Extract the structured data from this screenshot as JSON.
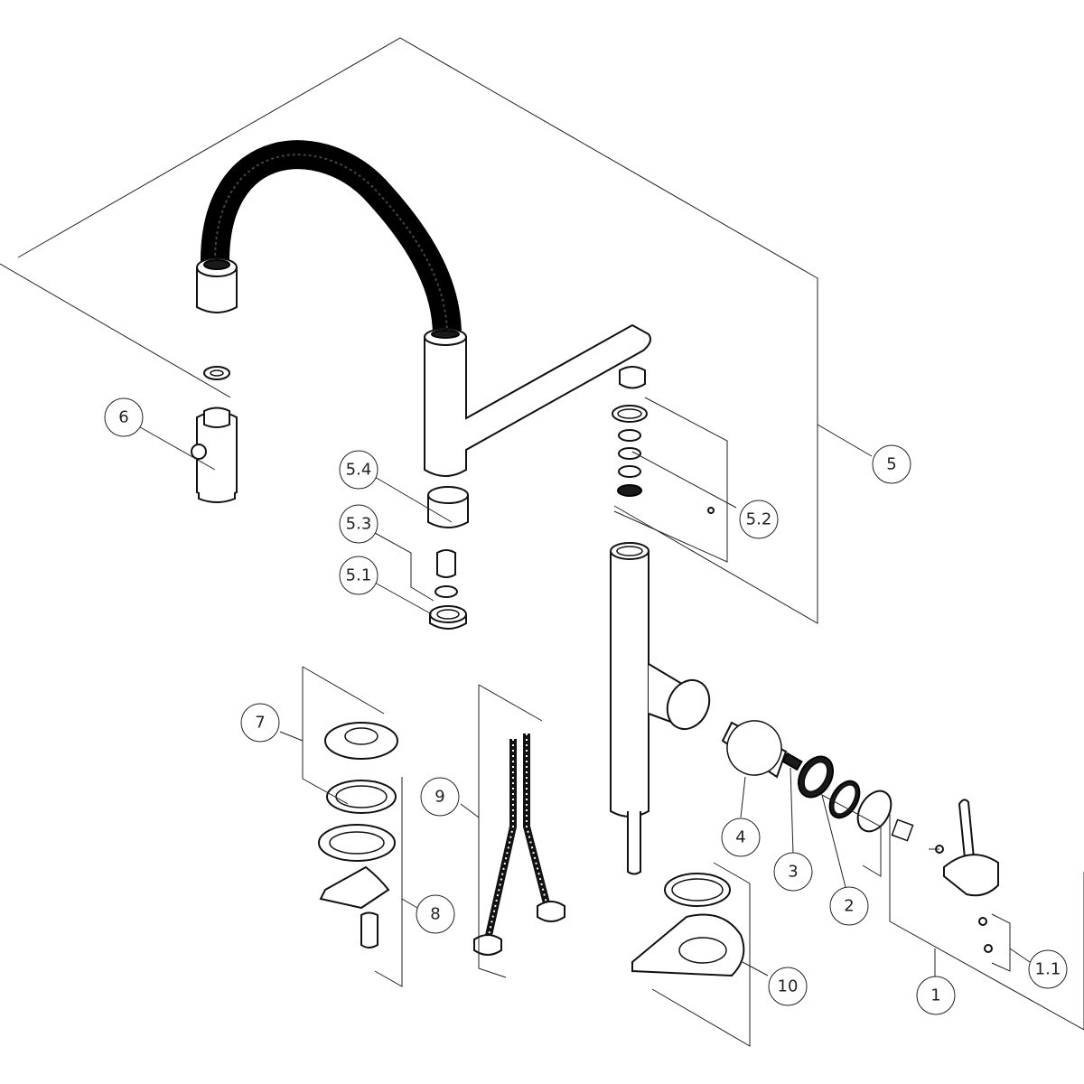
{
  "callouts": [
    {
      "id": "c6",
      "label": "6"
    },
    {
      "id": "c54",
      "label": "5.4"
    },
    {
      "id": "c53",
      "label": "5.3"
    },
    {
      "id": "c51",
      "label": "5.1"
    },
    {
      "id": "c5",
      "label": "5"
    },
    {
      "id": "c52",
      "label": "5.2"
    },
    {
      "id": "c7",
      "label": "7"
    },
    {
      "id": "c9",
      "label": "9"
    },
    {
      "id": "c8",
      "label": "8"
    },
    {
      "id": "c4",
      "label": "4"
    },
    {
      "id": "c3",
      "label": "3"
    },
    {
      "id": "c2",
      "label": "2"
    },
    {
      "id": "c10",
      "label": "10"
    },
    {
      "id": "c1",
      "label": "1"
    },
    {
      "id": "c11",
      "label": "1.1"
    }
  ]
}
